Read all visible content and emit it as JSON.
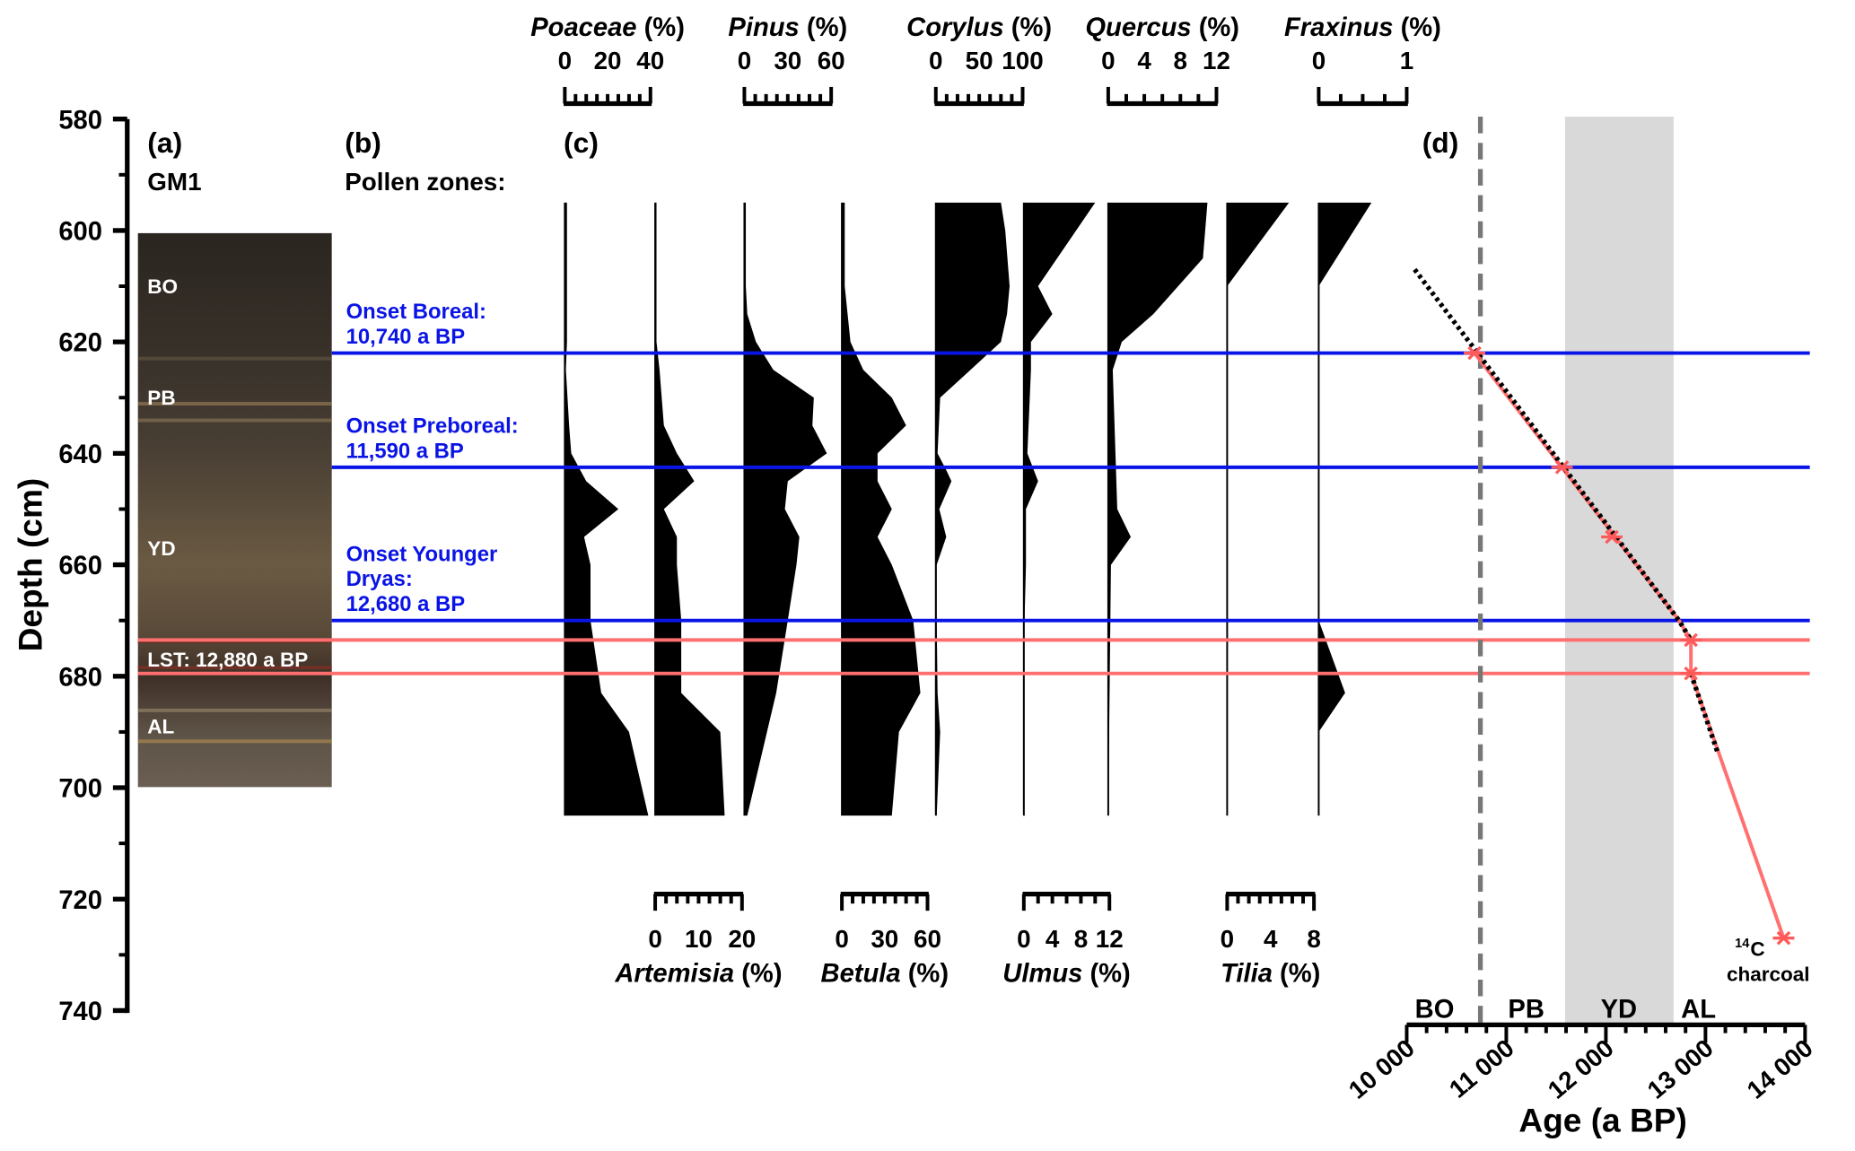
{
  "chart_data": {
    "type": "area",
    "title": "",
    "ylabel": "Depth (cm)",
    "ylim": [
      580,
      740
    ],
    "yticks": [
      "580",
      "600",
      "620",
      "640",
      "660",
      "680",
      "700",
      "720",
      "740"
    ],
    "unit_suffix": " (%)",
    "panels": {
      "a": "(a)",
      "b": "(b)",
      "c": "(c)",
      "d": "(d)"
    },
    "core_name": "GM1",
    "pollen_zones_label": "Pollen zones:",
    "core_zone_labels": [
      {
        "text": "BO",
        "depth": 610
      },
      {
        "text": "PB",
        "depth": 630
      },
      {
        "text": "YD",
        "depth": 657
      },
      {
        "text": "LST: 12,880 a BP",
        "depth": 677
      },
      {
        "text": "AL",
        "depth": 689
      }
    ],
    "zone_boundaries": [
      {
        "depth": 622,
        "color": "#0a14e6",
        "lines": [
          "Onset Boreal:",
          "10,740 a BP"
        ]
      },
      {
        "depth": 642.5,
        "color": "#0a14e6",
        "lines": [
          "Onset Preboreal:",
          "11,590 a BP"
        ]
      },
      {
        "depth": 670,
        "color": "#0a14e6",
        "lines": [
          "Onset Younger",
          "Dryas:",
          "12,680 a BP"
        ]
      }
    ],
    "lst_lines": [
      {
        "depth": 673.5,
        "color": "#ff6f6f"
      },
      {
        "depth": 679.5,
        "color": "#ff6f6f"
      }
    ],
    "taxa": [
      {
        "name": "Poaceae",
        "scale": "top",
        "max": 40,
        "ticks": [
          "0",
          "20",
          "40"
        ],
        "depths": [
          595,
          620,
          625,
          635,
          640,
          645,
          650,
          655,
          660,
          670,
          683,
          690,
          705
        ],
        "values": [
          1,
          1,
          0.5,
          2,
          3,
          10,
          25,
          9,
          12,
          12,
          17,
          30,
          39
        ]
      },
      {
        "name": "Artemisia",
        "scale": "bottom",
        "max": 20,
        "ticks": [
          "0",
          "10",
          "20"
        ],
        "depths": [
          595,
          620,
          625,
          635,
          640,
          645,
          650,
          655,
          660,
          670,
          683,
          690,
          705
        ],
        "values": [
          0.3,
          0.3,
          1,
          2,
          5,
          9,
          2,
          5,
          5,
          6,
          6,
          15,
          16
        ]
      },
      {
        "name": "Pinus",
        "scale": "top",
        "max": 60,
        "ticks": [
          "0",
          "30",
          "60"
        ],
        "depths": [
          595,
          610,
          615,
          620,
          625,
          630,
          635,
          640,
          645,
          650,
          655,
          660,
          670,
          683,
          705
        ],
        "values": [
          1,
          1,
          2,
          8,
          20,
          48,
          47,
          57,
          30,
          28,
          38,
          36,
          30,
          22,
          2
        ]
      },
      {
        "name": "Betula",
        "scale": "bottom",
        "max": 60,
        "ticks": [
          "0",
          "30",
          "60"
        ],
        "depths": [
          595,
          610,
          620,
          625,
          630,
          635,
          640,
          645,
          650,
          655,
          660,
          670,
          683,
          690,
          705
        ],
        "values": [
          2,
          2,
          6,
          15,
          35,
          45,
          25,
          25,
          35,
          25,
          35,
          50,
          55,
          40,
          35
        ]
      },
      {
        "name": "Corylus",
        "scale": "top",
        "max": 100,
        "ticks": [
          "0",
          "50",
          "100"
        ],
        "depths": [
          595,
          600,
          610,
          615,
          620,
          625,
          630,
          640,
          643,
          645,
          650,
          655,
          660,
          670,
          683,
          690,
          705
        ],
        "values": [
          75,
          80,
          85,
          82,
          75,
          40,
          5,
          2,
          12,
          18,
          4,
          12,
          1,
          1,
          2,
          5,
          1
        ]
      },
      {
        "name": "Ulmus",
        "scale": "bottom",
        "max": 12,
        "ticks": [
          "0",
          "4",
          "8",
          "12"
        ],
        "depths": [
          595,
          610,
          615,
          620,
          625,
          640,
          645,
          650,
          660,
          670,
          705
        ],
        "values": [
          10,
          2,
          4,
          1,
          1,
          0.5,
          2,
          0.3,
          0.3,
          0.1,
          0.1
        ]
      },
      {
        "name": "Quercus",
        "scale": "top",
        "max": 12,
        "ticks": [
          "0",
          "4",
          "8",
          "12"
        ],
        "depths": [
          595,
          605,
          615,
          620,
          625,
          650,
          655,
          660,
          705
        ],
        "values": [
          11,
          10.5,
          5,
          1.5,
          0.5,
          1,
          2.5,
          0.3,
          0
        ]
      },
      {
        "name": "Tilia",
        "scale": "bottom",
        "max": 8,
        "ticks": [
          "0",
          "4",
          "8"
        ],
        "depths": [
          595,
          610,
          705
        ],
        "values": [
          5.7,
          0,
          0
        ]
      },
      {
        "name": "Fraxinus",
        "scale": "top",
        "max": 1,
        "ticks": [
          "0",
          "1"
        ],
        "depths": [
          595,
          610,
          670,
          683,
          690,
          705
        ],
        "values": [
          0.6,
          0,
          0,
          0.3,
          0,
          0
        ]
      }
    ],
    "age_model": {
      "xlabel": "Age (a BP)",
      "xlim": [
        10000,
        14000
      ],
      "xticks": [
        "10 000",
        "11 000",
        "12 000",
        "13 000",
        "14 000"
      ],
      "dotted_model": [
        {
          "age": 10080,
          "depth": 607
        },
        {
          "age": 12734,
          "depth": 670
        },
        {
          "age": 12854,
          "depth": 673.5
        }
      ],
      "dotted_model_lower": [
        {
          "age": 12854,
          "depth": 679.5
        },
        {
          "age": 13128,
          "depth": 694
        }
      ],
      "linear_model": [
        {
          "age": 10681,
          "depth": 622
        },
        {
          "age": 12734,
          "depth": 670
        },
        {
          "age": 12854,
          "depth": 673.5
        },
        {
          "age": 12854,
          "depth": 679.5
        },
        {
          "age": 13785,
          "depth": 727
        }
      ],
      "markers": [
        {
          "age": 10681,
          "depth": 622
        },
        {
          "age": 11560,
          "depth": 642.5
        },
        {
          "age": 12060,
          "depth": 655
        },
        {
          "age": 12854,
          "depth": 673.5
        },
        {
          "age": 12854,
          "depth": 679.5
        },
        {
          "age": 13785,
          "depth": 727
        }
      ],
      "boreal_onset_age": 10740,
      "yd_band": [
        11590,
        12680
      ],
      "chronozones": [
        {
          "label": "BO",
          "age": 10280
        },
        {
          "label": "PB",
          "age": 11200
        },
        {
          "label": "YD",
          "age": 12130
        },
        {
          "label": "AL",
          "age": 12930
        }
      ],
      "charcoal_sup": "14",
      "charcoal_c": "C",
      "charcoal_label": "charcoal"
    }
  }
}
